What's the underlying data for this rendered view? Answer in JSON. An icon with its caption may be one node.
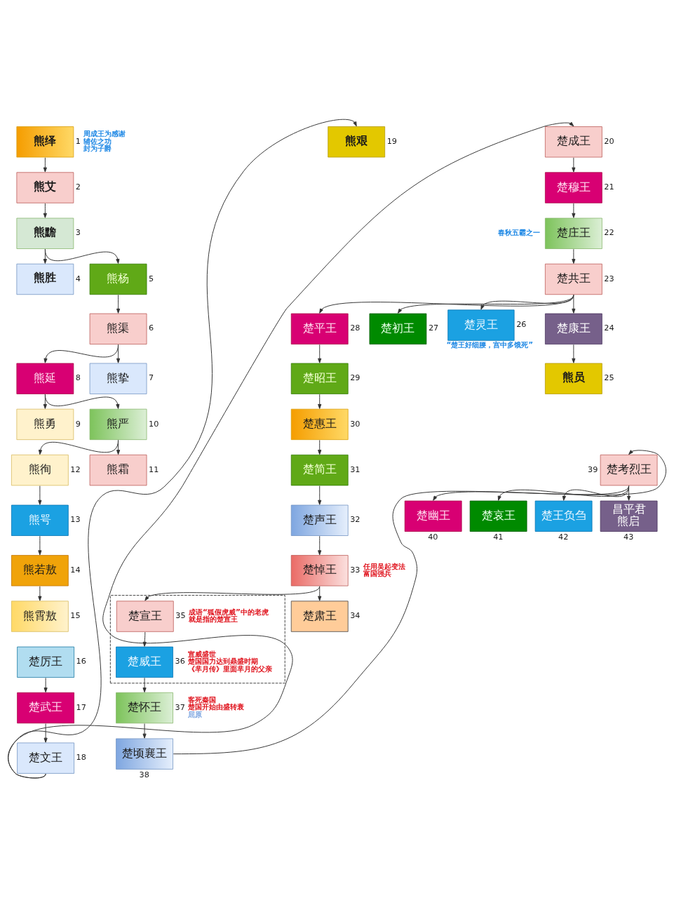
{
  "diagram": {
    "nodes": [
      {
        "text": [
          "熊绎"
        ],
        "beside": [
          "1",
          "周成王为感谢辅佐之功封为子爵"
        ]
      },
      {
        "text": [
          "熊艾"
        ],
        "beside": [
          "2"
        ]
      },
      {
        "text": [
          "熊黵"
        ],
        "beside": [
          "3"
        ]
      },
      {
        "text": [
          "熊胜"
        ],
        "beside": [
          "4"
        ]
      },
      {
        "text": [
          "熊杨"
        ],
        "beside": [
          "5"
        ]
      },
      {
        "text": [
          "熊渠"
        ],
        "beside": [
          "6"
        ]
      },
      {
        "text": [
          "熊挚"
        ],
        "beside": [
          "7"
        ]
      },
      {
        "text": [
          "熊延"
        ],
        "beside": [
          "8"
        ]
      },
      {
        "text": [
          "熊勇"
        ],
        "beside": [
          "9"
        ]
      },
      {
        "text": [
          "熊严"
        ],
        "beside": [
          "10"
        ]
      },
      {
        "text": [
          "熊霜"
        ],
        "beside": [
          "11"
        ]
      },
      {
        "text": [
          "熊徇"
        ],
        "beside": [
          "12"
        ]
      },
      {
        "text": [
          "熊咢"
        ],
        "beside": [
          "13"
        ]
      },
      {
        "text": [
          "熊若敖"
        ],
        "beside": [
          "14"
        ]
      },
      {
        "text": [
          "熊霄敖"
        ],
        "beside": [
          "15"
        ]
      },
      {
        "text": [
          "楚厉王"
        ],
        "beside": [
          "16"
        ]
      },
      {
        "text": [
          "楚武王"
        ],
        "beside": [
          "17"
        ]
      },
      {
        "text": [
          "楚文王"
        ],
        "beside": [
          "18"
        ]
      },
      {
        "text": [
          "熊艰"
        ],
        "beside": [
          "19"
        ]
      },
      {
        "text": [
          "楚成王"
        ],
        "beside": [
          "20"
        ]
      },
      {
        "text": [
          "楚穆王"
        ],
        "beside": [
          "21"
        ]
      },
      {
        "text": [
          "楚庄王"
        ],
        "beside": [
          "春秋五霸之一",
          "22"
        ]
      },
      {
        "text": [
          "楚共王"
        ],
        "beside": [
          "23"
        ]
      },
      {
        "text": [
          "楚康王"
        ],
        "beside": [
          "24"
        ]
      },
      {
        "text": [
          "熊员"
        ],
        "beside": [
          "25"
        ]
      },
      {
        "text": [
          "楚灵王"
        ],
        "beside": [
          "26",
          "“楚王好细腰，宫中多饿死”"
        ]
      },
      {
        "text": [
          "楚初王"
        ],
        "beside": [
          "27"
        ]
      },
      {
        "text": [
          "楚平王"
        ],
        "beside": [
          "28"
        ]
      },
      {
        "text": [
          "楚昭王"
        ],
        "beside": [
          "29"
        ]
      },
      {
        "text": [
          "楚惠王"
        ],
        "beside": [
          "30"
        ]
      },
      {
        "text": [
          "楚简王"
        ],
        "beside": [
          "31"
        ]
      },
      {
        "text": [
          "楚声王"
        ],
        "beside": [
          "32"
        ]
      },
      {
        "text": [
          "楚悼王"
        ],
        "beside": [
          "33",
          "任用吴起变法",
          "富国强兵"
        ]
      },
      {
        "text": [
          "楚肃王"
        ],
        "beside": [
          "34"
        ]
      },
      {
        "text": [],
        "shape": "box"
      },
      {
        "text": [
          "楚宣王"
        ],
        "in": 34,
        "beside": [
          "35",
          "成语“狐假虎威”中的老虎就是指的楚宣王"
        ]
      },
      {
        "text": [
          "楚威王"
        ],
        "in": 34,
        "beside": [
          "36",
          "宣威盛世",
          "楚国国力达到鼎盛时期",
          "《芈月传》里面芈月的父亲"
        ]
      },
      {
        "text": [
          "楚怀王"
        ],
        "beside": [
          "37",
          "客死秦国",
          "楚国开始由盛转衰",
          "屈原"
        ]
      },
      {
        "text": [
          "楚顷襄王"
        ],
        "beside": [
          "38"
        ]
      },
      {
        "text": [
          "楚考烈王"
        ],
        "beside": [
          "39"
        ]
      },
      {
        "text": [
          "楚幽王"
        ],
        "beside": [
          "40"
        ]
      },
      {
        "text": [
          "楚哀王"
        ],
        "beside": [
          "41"
        ]
      },
      {
        "text": [
          "楚王负刍"
        ],
        "beside": [
          "42"
        ]
      },
      {
        "text": [
          "昌平君",
          "熊启"
        ],
        "beside": [
          "43"
        ]
      }
    ],
    "edges": [
      {
        "from": 0,
        "to": 1,
        "arrow": "to"
      },
      {
        "from": 1,
        "to": 2,
        "arrow": "to"
      },
      {
        "from": 2,
        "to": 3,
        "arrow": "to"
      },
      {
        "from": 2,
        "to": 4,
        "arrow": "to"
      },
      {
        "from": 4,
        "to": 5,
        "arrow": "to"
      },
      {
        "from": 5,
        "to": 7,
        "arrow": "to"
      },
      {
        "from": 5,
        "to": 6,
        "arrow": "to"
      },
      {
        "from": 7,
        "to": 8,
        "arrow": "to"
      },
      {
        "from": 7,
        "to": 9,
        "arrow": "to"
      },
      {
        "from": 9,
        "to": 11,
        "arrow": "to"
      },
      {
        "from": 9,
        "to": 10,
        "arrow": "to"
      },
      {
        "from": 11,
        "to": 12,
        "arrow": "to"
      },
      {
        "from": 12,
        "to": 13,
        "arrow": "to"
      },
      {
        "from": 13,
        "to": 14,
        "arrow": "to"
      },
      {
        "from": 15,
        "to": 16,
        "arrow": "to"
      },
      {
        "from": 16,
        "to": 17,
        "arrow": "to"
      },
      {
        "from": 17,
        "to": 18,
        "arrow": "to"
      },
      {
        "from": 17,
        "to": 19,
        "arrow": "to"
      },
      {
        "from": 19,
        "to": 20,
        "arrow": "to"
      },
      {
        "from": 20,
        "to": 21,
        "arrow": "to"
      },
      {
        "from": 21,
        "to": 22,
        "arrow": "to"
      },
      {
        "from": 22,
        "to": 27,
        "arrow": "to"
      },
      {
        "from": 22,
        "to": 26,
        "arrow": "to"
      },
      {
        "from": 22,
        "to": 25,
        "arrow": "to"
      },
      {
        "from": 22,
        "to": 23,
        "arrow": "to"
      },
      {
        "from": 23,
        "to": 24,
        "arrow": "to"
      },
      {
        "from": 27,
        "to": 28,
        "arrow": "to"
      },
      {
        "from": 28,
        "to": 29,
        "arrow": "to"
      },
      {
        "from": 29,
        "to": 30,
        "arrow": "to"
      },
      {
        "from": 30,
        "to": 31,
        "arrow": "to"
      },
      {
        "from": 31,
        "to": 32,
        "arrow": "to"
      },
      {
        "from": 32,
        "to": 33,
        "arrow": "to"
      },
      {
        "from": 32,
        "to": 35,
        "arrow": "to"
      },
      {
        "from": 35,
        "to": 36,
        "arrow": "to"
      },
      {
        "from": 36,
        "to": 37,
        "arrow": "to"
      },
      {
        "from": 37,
        "to": 38,
        "arrow": "to"
      },
      {
        "from": 38,
        "to": 39,
        "arrow": "to"
      },
      {
        "from": 39,
        "to": 40,
        "arrow": "to"
      },
      {
        "from": 39,
        "to": 41,
        "arrow": "to"
      },
      {
        "from": 39,
        "to": 42,
        "arrow": "to"
      },
      {
        "from": 39,
        "to": 43,
        "arrow": "to"
      }
    ]
  }
}
